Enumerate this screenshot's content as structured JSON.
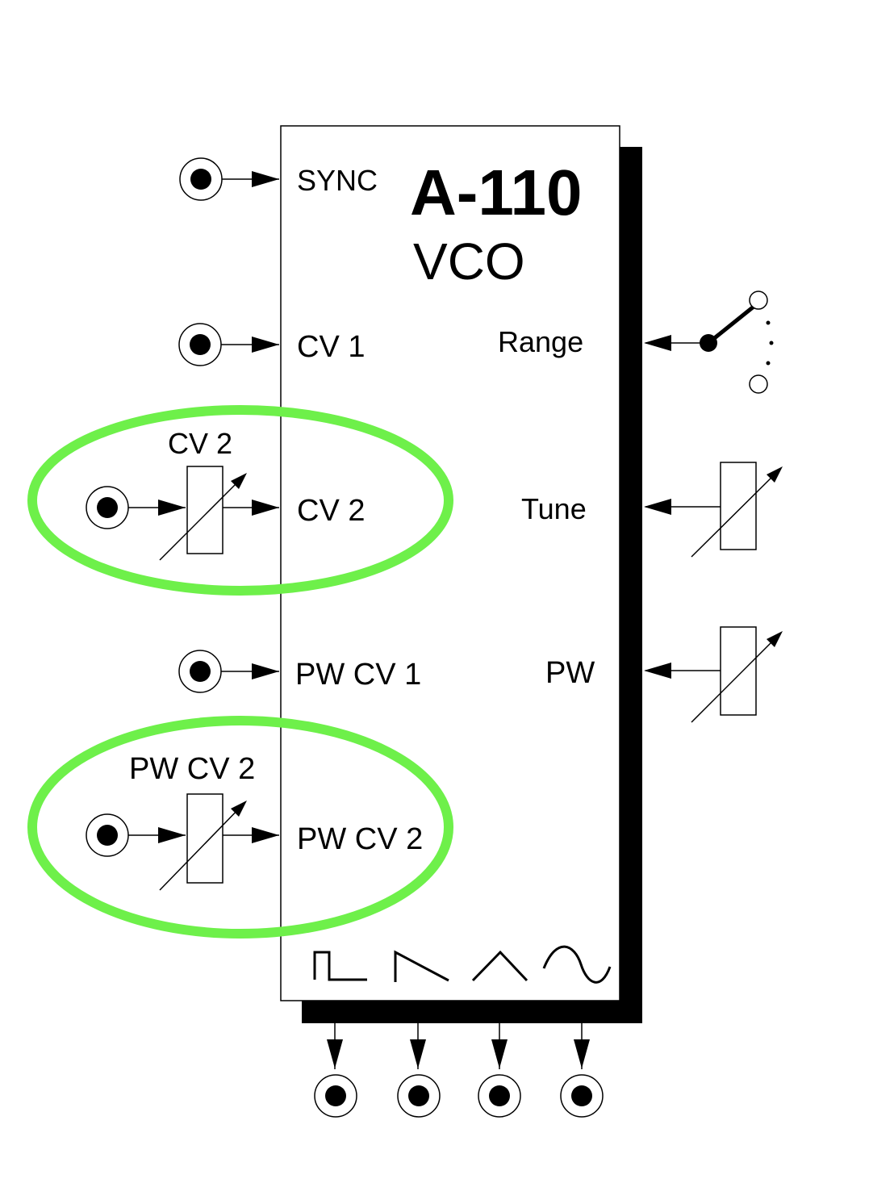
{
  "module": {
    "title": "A-110",
    "subtitle": "VCO"
  },
  "inputs": {
    "sync": "SYNC",
    "cv1": "CV 1",
    "cv2": "CV 2",
    "pw_cv1": "PW CV 1",
    "pw_cv2": "PW CV 2"
  },
  "controls": {
    "range": "Range",
    "tune": "Tune",
    "pw": "PW"
  },
  "attenuators": {
    "cv2_label": "CV 2",
    "pw_cv2_label": "PW CV 2"
  },
  "outputs": {
    "waveforms": [
      "square-wave-icon",
      "sawtooth-wave-icon",
      "triangle-wave-icon",
      "sine-wave-icon"
    ]
  },
  "colors": {
    "highlight": "#6ef04a",
    "panel_shadow": "#000000",
    "panel": "#ffffff"
  }
}
